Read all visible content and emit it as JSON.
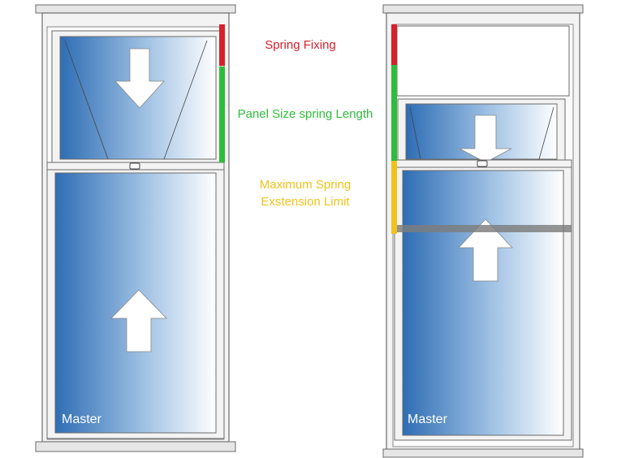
{
  "labels": {
    "spring_fixing": "Spring Fixing",
    "panel_size": "Panel Size spring Length",
    "max_ext_line1": "Maximum Spring",
    "max_ext_line2": "Exstension Limit",
    "master_left": "Master",
    "master_right": "Master"
  },
  "colors": {
    "spring_fixing": "#d8202a",
    "panel_size": "#2ebd3b",
    "max_extension": "#f2c21b",
    "glass_dark": "#2e6db4",
    "glass_light": "#ffffff",
    "frame_stroke": "#6b6b6b",
    "frame_fill": "#f3f3f3",
    "limit_bar": "#7d7d7d"
  },
  "icons": [
    "arrow-down-icon",
    "arrow-up-icon",
    "handle-icon"
  ]
}
